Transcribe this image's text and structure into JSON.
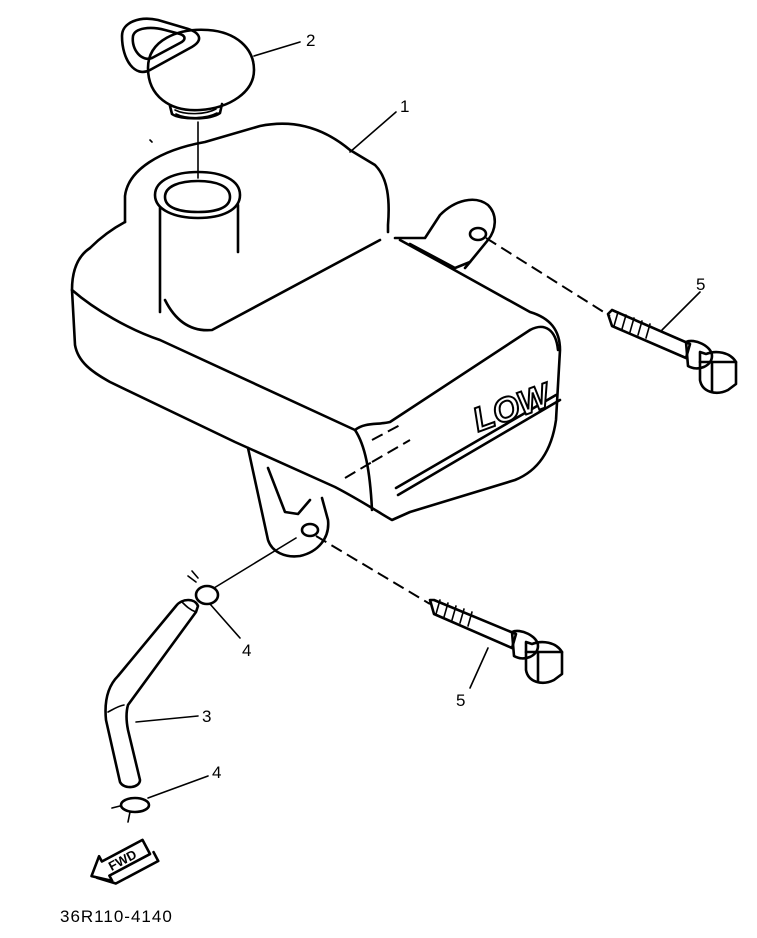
{
  "diagram_code": "36R110-4140",
  "tank_marking": "LOW",
  "direction_label": "FWD",
  "callouts": {
    "tank": "1",
    "cap": "2",
    "hose": "3",
    "clip_upper": "4",
    "clip_lower": "4",
    "bolt_upper": "5",
    "bolt_lower": "5"
  }
}
